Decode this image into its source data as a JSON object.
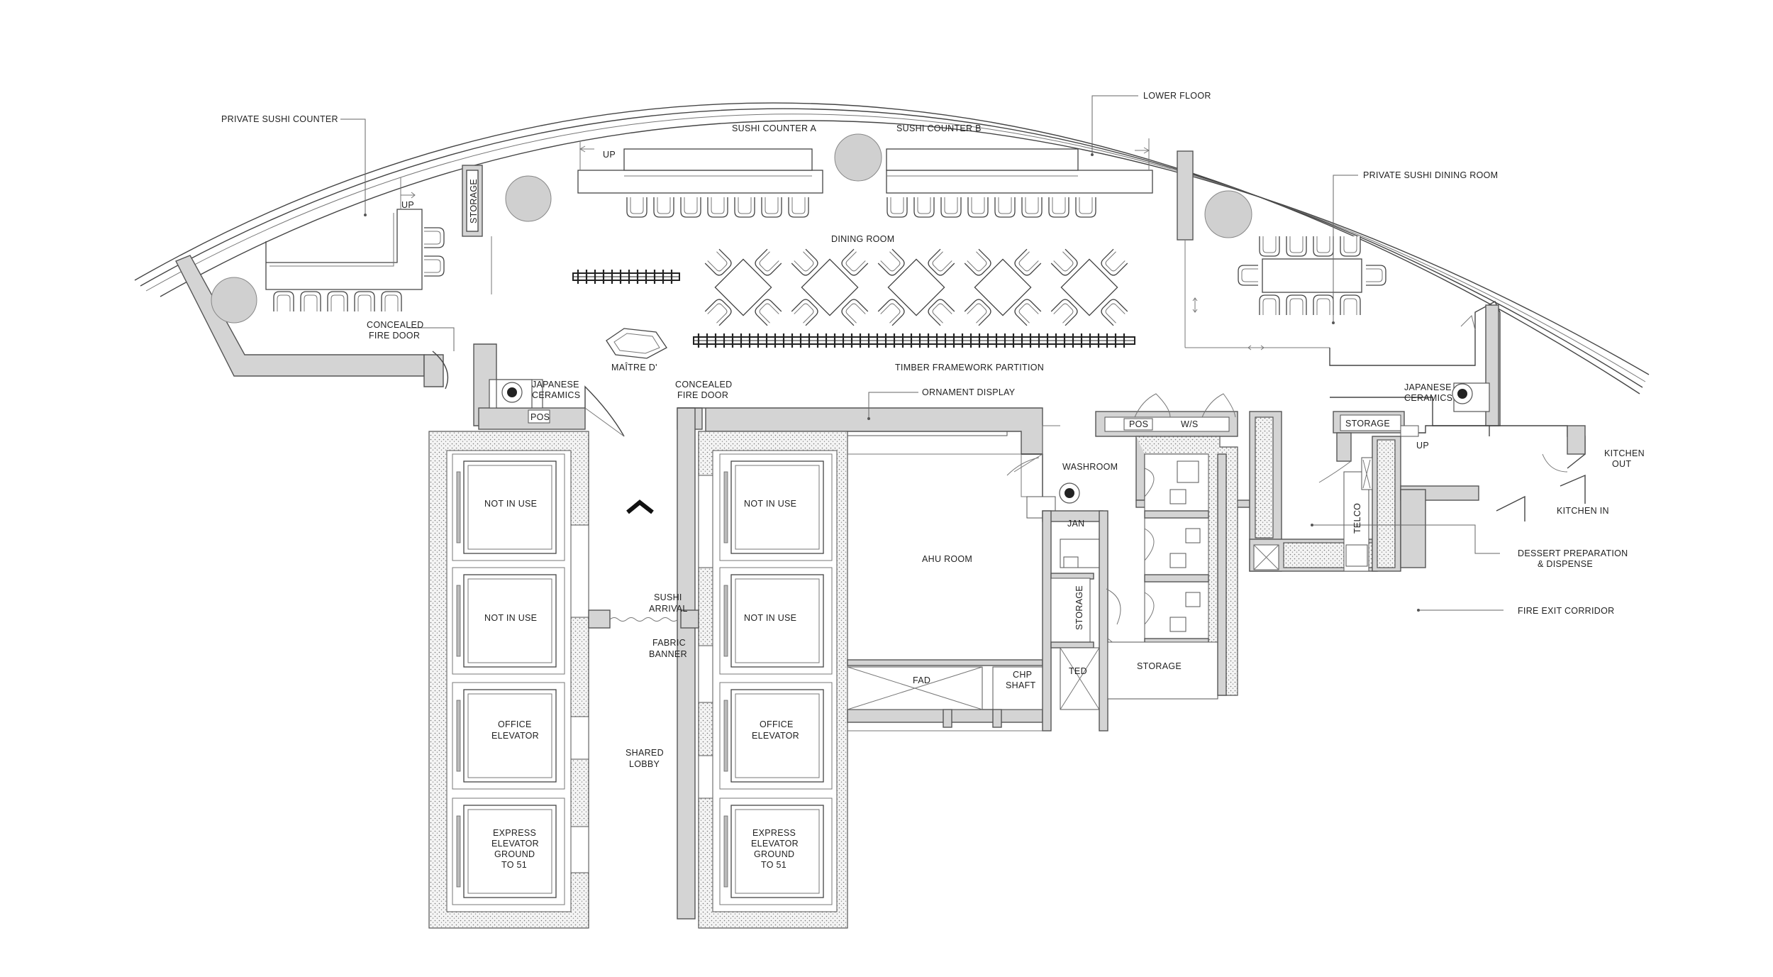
{
  "labels": {
    "private_sushi_counter": "PRIVATE SUSHI COUNTER",
    "sushi_counter_a": "SUSHI COUNTER A",
    "sushi_counter_b": "SUSHI COUNTER B",
    "lower_floor": "LOWER FLOOR",
    "private_sushi_dining_room": "PRIVATE SUSHI DINING ROOM",
    "up": "UP",
    "storage": "STORAGE",
    "dining_room": "DINING ROOM",
    "concealed_fire_door": [
      "CONCEALED",
      "FIRE DOOR"
    ],
    "maitre_d": "MAÎTRE D'",
    "timber_framework_partition": "TIMBER FRAMEWORK PARTITION",
    "japanese_ceramics": [
      "JAPANESE",
      "CERAMICS"
    ],
    "pos": "POS",
    "ornament_display": "ORNAMENT DISPLAY",
    "ws": "W/S",
    "washroom": "WASHROOM",
    "jan": "JAN",
    "telco": "TELCO",
    "kitchen_out": [
      "KITCHEN",
      "OUT"
    ],
    "kitchen_in": "KITCHEN IN",
    "dessert": [
      "DESSERT PREPARATION",
      "& DISPENSE"
    ],
    "fire_exit_corridor": "FIRE EXIT CORRIDOR",
    "not_in_use": "NOT IN USE",
    "office_elevator": [
      "OFFICE",
      "ELEVATOR"
    ],
    "express_elevator": [
      "EXPRESS",
      "ELEVATOR",
      "GROUND",
      "TO 51"
    ],
    "sushi_arrival": [
      "SUSHI",
      "ARRIVAL"
    ],
    "fabric_banner": [
      "FABRIC",
      "BANNER"
    ],
    "shared_lobby": [
      "SHARED",
      "LOBBY"
    ],
    "ahu_room": "AHU ROOM",
    "fad": "FAD",
    "chp_shaft": [
      "CHP",
      "SHAFT"
    ],
    "ted": "TED"
  }
}
